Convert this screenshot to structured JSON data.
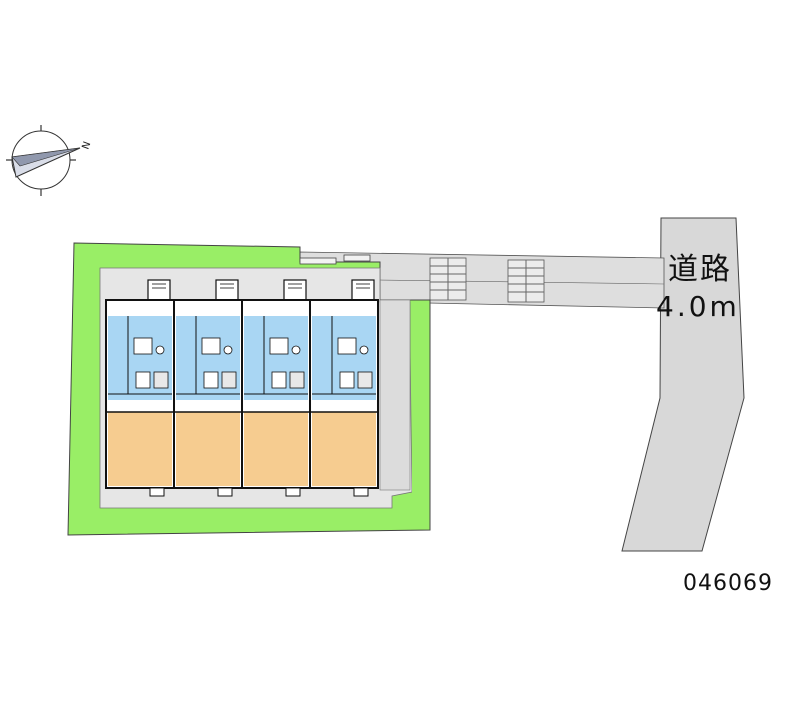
{
  "road": {
    "name": "道路",
    "width": "4.0m"
  },
  "compass": {
    "north_label": "N"
  },
  "property": {
    "id": "046069"
  },
  "units": {
    "count": 4
  },
  "colors": {
    "greenery": "#99ee66",
    "road": "#d8d8d8",
    "room": "#f6cc90",
    "wet_area": "#a9d6f3",
    "outline": "#111111"
  }
}
